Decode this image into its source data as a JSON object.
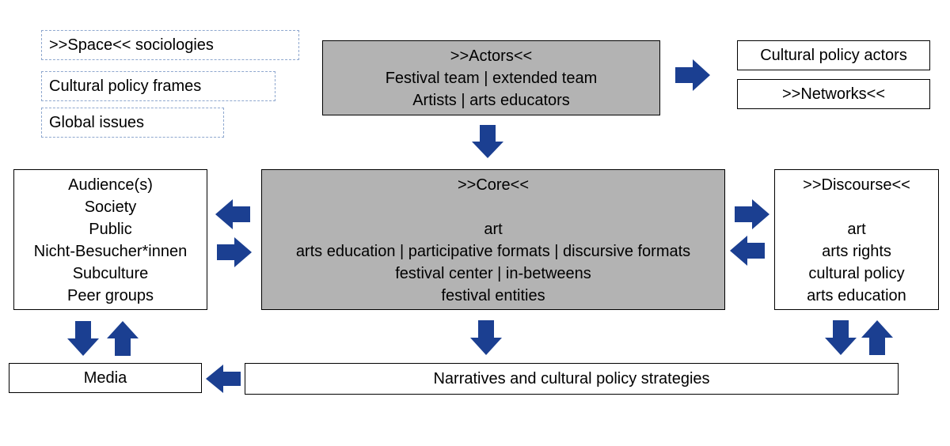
{
  "colors": {
    "arrow": "#1b3f91",
    "grey_box": "#b3b3b3",
    "dotted_border": "#8fa8cf"
  },
  "context": {
    "space": ">>Space<< sociologies",
    "frames": "Cultural policy frames",
    "global": "Global issues"
  },
  "actors": {
    "title": ">>Actors<<",
    "line1": "Festival team | extended team",
    "line2": "Artists | arts educators"
  },
  "policy_actors": "Cultural policy actors",
  "networks": ">>Networks<<",
  "audience": {
    "items": [
      "Audience(s)",
      "Society",
      "Public",
      "Nicht-Besucher*innen",
      "Subculture",
      "Peer groups"
    ]
  },
  "core": {
    "title": ">>Core<<",
    "items": [
      "art",
      "arts education | participative formats | discursive formats",
      "festival center | in-betweens",
      "festival entities"
    ]
  },
  "discourse": {
    "title": ">>Discourse<<",
    "items": [
      "art",
      "arts rights",
      "cultural policy",
      "arts education"
    ]
  },
  "media": "Media",
  "narratives": "Narratives and cultural policy strategies"
}
